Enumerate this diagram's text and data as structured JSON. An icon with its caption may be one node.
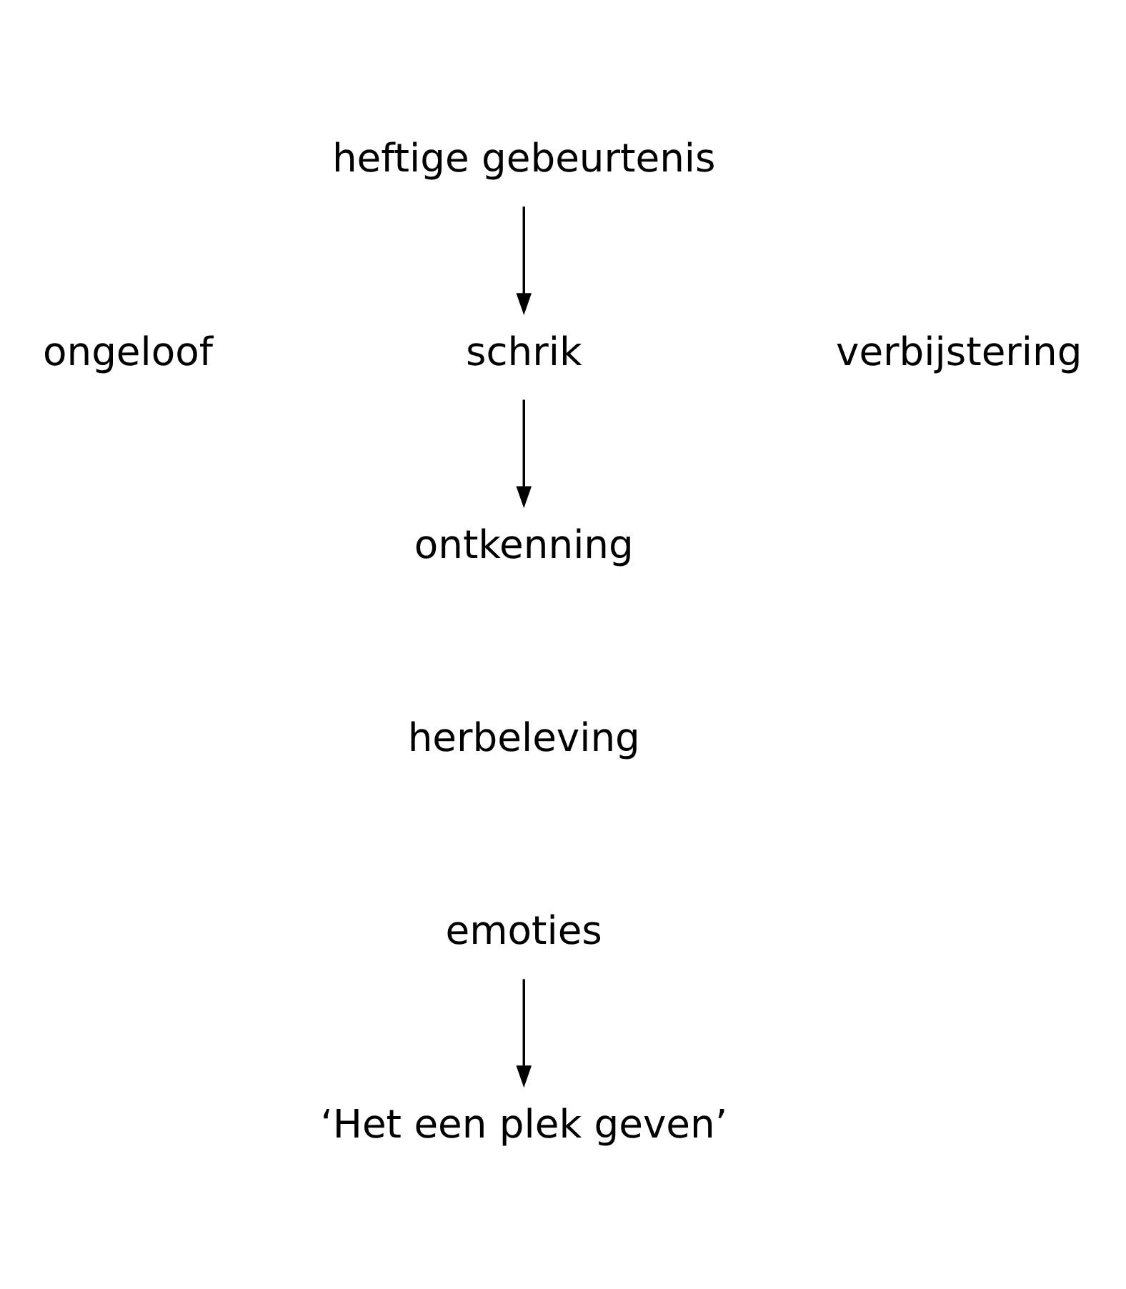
{
  "diagram": {
    "nodes": [
      {
        "text": [
          "heftige gebeurtenis"
        ]
      },
      {
        "text": [
          "schrik"
        ]
      },
      {
        "text": [
          "ontkenning"
        ]
      },
      {
        "text": [
          "emoties"
        ]
      },
      {
        "text": [
          "‘Het een plek geven’"
        ]
      }
    ],
    "edges": [
      {
        "from": 0,
        "to": 1,
        "arrow": "to"
      },
      {
        "from": 1,
        "to": 2,
        "arrow": "to"
      },
      {
        "from": 3,
        "to": 4,
        "arrow": "to"
      }
    ],
    "labels": [
      "ongeloof",
      "verbijstering",
      "herbeleving"
    ]
  }
}
